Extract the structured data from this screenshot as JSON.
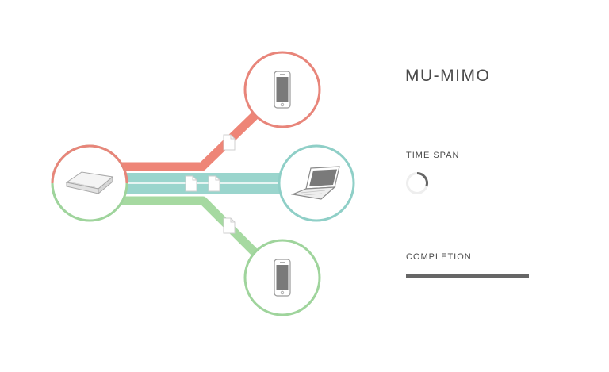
{
  "panel": {
    "title": "MU-MIMO",
    "time_span_label": "TIME SPAN",
    "completion_label": "COMPLETION",
    "time_span_progress": 0.3,
    "completion_progress": 1.0
  },
  "devices": [
    {
      "id": "router",
      "icon": "router-icon",
      "ring_color": "#e8857a"
    },
    {
      "id": "phone-top",
      "icon": "smartphone-icon",
      "ring_color": "#e8857a"
    },
    {
      "id": "laptop",
      "icon": "laptop-icon",
      "ring_color": "#8fcfc7"
    },
    {
      "id": "phone-bottom",
      "icon": "smartphone-icon",
      "ring_color": "#9fd49c"
    }
  ],
  "streams": [
    {
      "id": "red",
      "color": "#ee8577",
      "target": "phone-top"
    },
    {
      "id": "teal",
      "color": "#9ad5cd",
      "target": "laptop"
    },
    {
      "id": "green",
      "color": "#a6d9a1",
      "target": "phone-bottom"
    }
  ],
  "colors": {
    "text": "#4a4a4a",
    "gauge_fill": "#666666",
    "gauge_track": "#eeeeee",
    "router_ring_secondary": "#9fd49c"
  }
}
